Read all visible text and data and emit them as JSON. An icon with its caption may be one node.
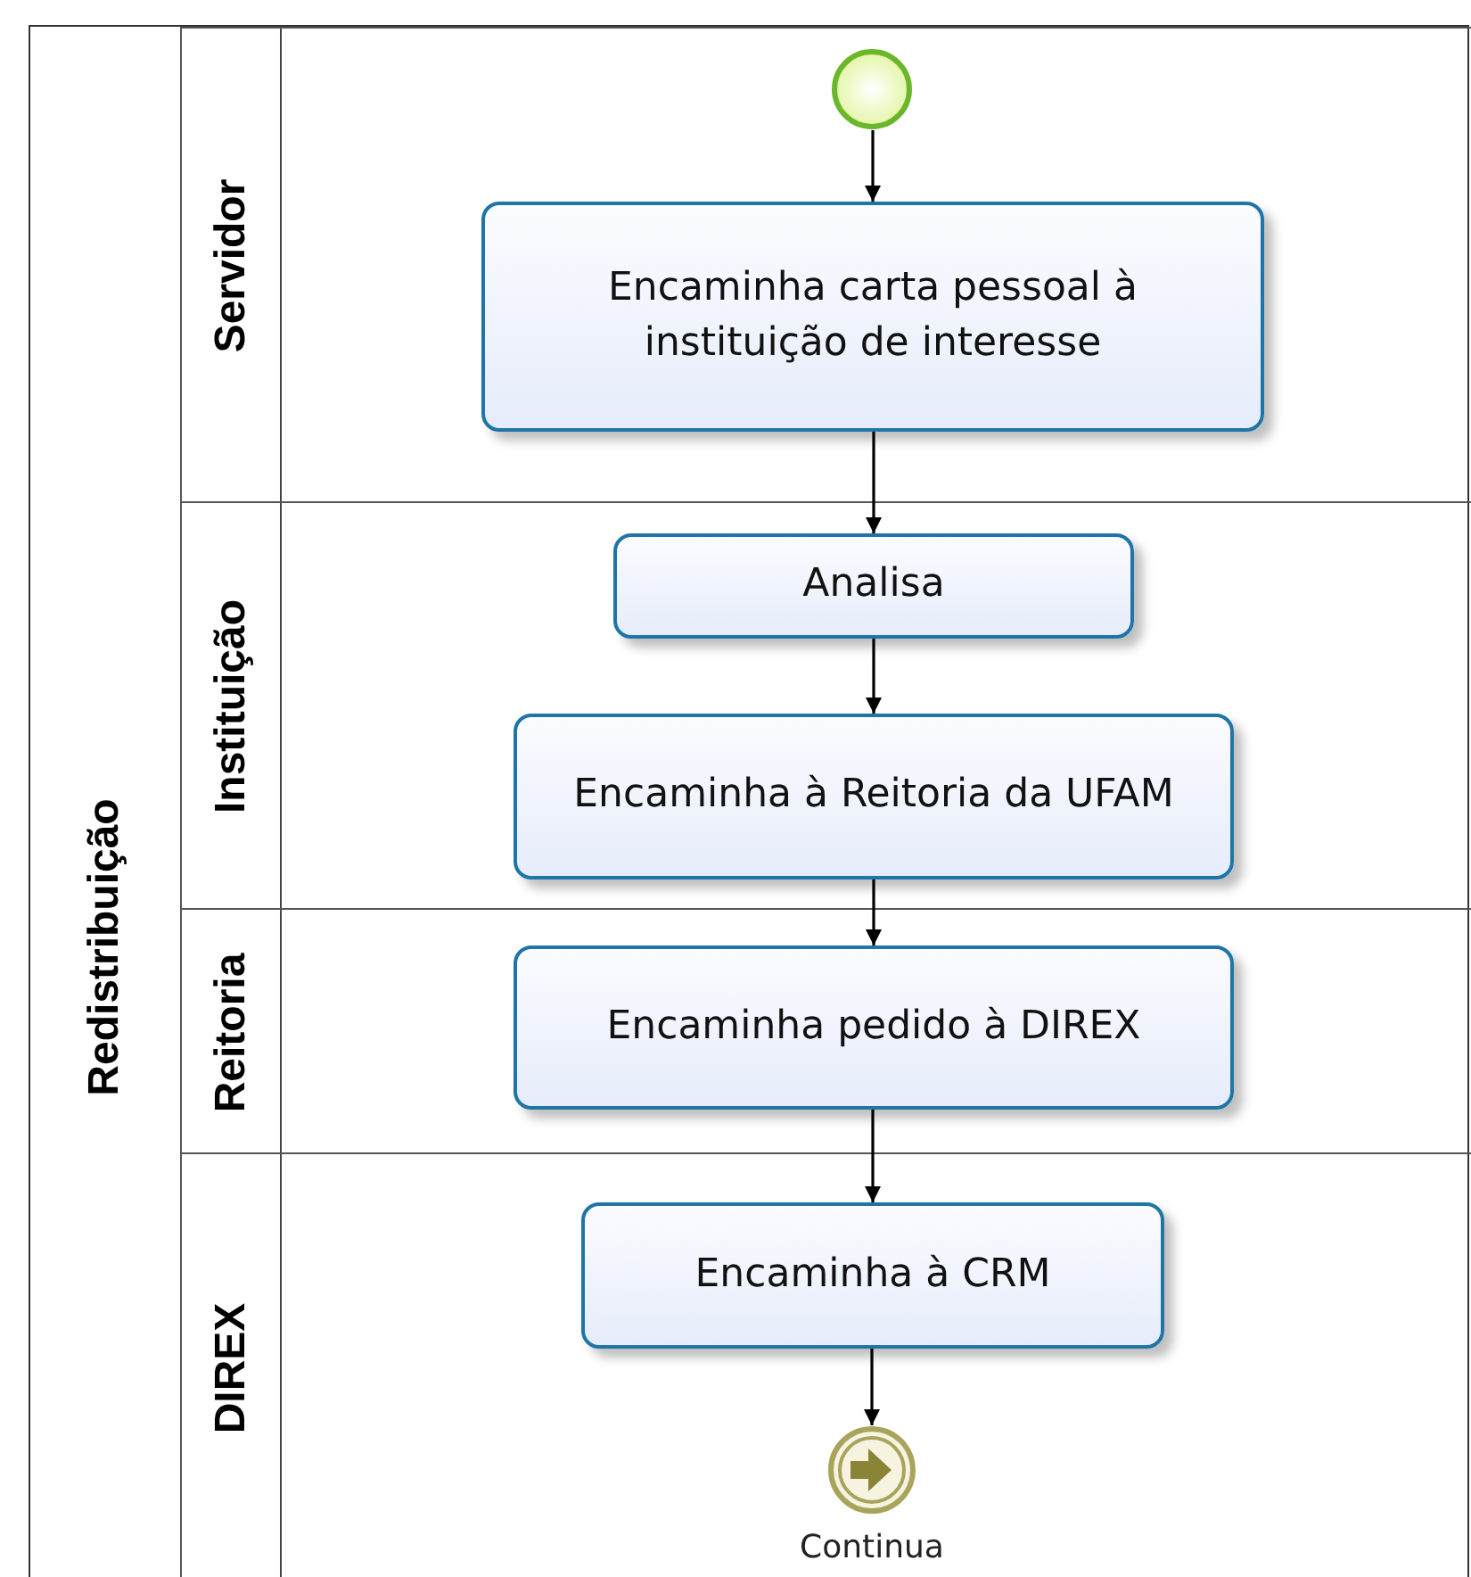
{
  "diagram": {
    "nodes": [
      {
        "text": [
          "Redistribuição"
        ]
      },
      {
        "text": [
          "Servidor"
        ],
        "in": 0
      },
      {
        "text": [
          "Instituição"
        ],
        "in": 0
      },
      {
        "text": [
          "Reitoria"
        ],
        "in": 0
      },
      {
        "text": [
          "DIREX"
        ],
        "in": 0
      },
      {
        "text": [],
        "shape": "circle",
        "in": 1
      },
      {
        "text": [
          "Encaminha carta pessoal à instituição de interesse"
        ],
        "in": 1
      },
      {
        "text": [
          "Analisa"
        ],
        "in": 2
      },
      {
        "text": [
          "Encaminha à Reitoria da UFAM"
        ],
        "in": 2
      },
      {
        "text": [
          "Encaminha pedido à DIREX"
        ],
        "in": 3
      },
      {
        "text": [
          "Encaminha à CRM"
        ],
        "in": 4
      },
      {
        "text": [],
        "shape": "circle",
        "in": 4,
        "beside": [
          "Continua"
        ]
      }
    ],
    "edges": [
      {
        "from": 5,
        "to": 6,
        "arrow": "to"
      },
      {
        "from": 6,
        "to": 7,
        "arrow": "to"
      },
      {
        "from": 7,
        "to": 8,
        "arrow": "to"
      },
      {
        "from": 8,
        "to": 9,
        "arrow": "to"
      },
      {
        "from": 9,
        "to": 10,
        "arrow": "to"
      },
      {
        "from": 10,
        "to": 11,
        "arrow": "to"
      }
    ]
  }
}
